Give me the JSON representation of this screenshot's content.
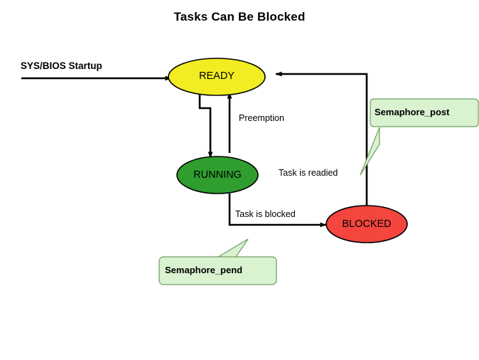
{
  "title": "Tasks Can Be Blocked",
  "startup": {
    "label": "SYS/BIOS  Startup"
  },
  "states": [
    {
      "id": "ready",
      "label": "READY",
      "fill": "#f2ed22",
      "stroke": "#000000"
    },
    {
      "id": "running",
      "label": "RUNNING",
      "fill": "#2f9e2f",
      "stroke": "#000000"
    },
    {
      "id": "blocked",
      "label": "BLOCKED",
      "fill": "#f4453f",
      "stroke": "#000000"
    }
  ],
  "edges": [
    {
      "id": "startup-to-ready",
      "label": ""
    },
    {
      "id": "ready-to-running",
      "label": ""
    },
    {
      "id": "running-to-ready",
      "label": "Preemption"
    },
    {
      "id": "running-to-blocked",
      "label": "Task is blocked"
    },
    {
      "id": "blocked-to-ready",
      "label": "Task is readied"
    }
  ],
  "callouts": [
    {
      "id": "semaphore-post",
      "label": "Semaphore_post",
      "fill": "#d9f2d0",
      "stroke": "#6f9f5f"
    },
    {
      "id": "semaphore-pend",
      "label": "Semaphore_pend",
      "fill": "#d9f2d0",
      "stroke": "#6f9f5f"
    }
  ],
  "colors": {
    "line": "#000000",
    "background": "#ffffff",
    "text": "#000000"
  }
}
